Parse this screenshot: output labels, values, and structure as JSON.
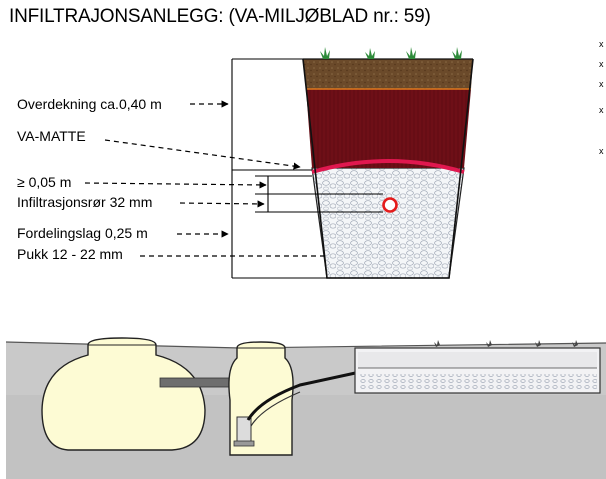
{
  "title": "INFILTRAJONSANLEGG: (VA-MILJØBLAD nr.: 59)",
  "labels": {
    "overdekning": "Overdekning ca.0,40 m",
    "va_matte": "VA-MATTE",
    "min_gap": "≥ 0,05 m",
    "pipe": "Infiltrasjonsrør 32 mm",
    "fordelingslag": "Fordelingslag 0,25 m",
    "pukk": "Pukk 12 - 22 mm"
  },
  "colors": {
    "turf": "#6b4a2a",
    "soil": "#6e0f17",
    "va_mat": "#e0184f",
    "pipe": "#e41b1b",
    "gravel_bg": "#f4f6f8",
    "ground": "#c9c9c9",
    "tank": "#fdfbd4",
    "grass": "#2e8b3a"
  }
}
